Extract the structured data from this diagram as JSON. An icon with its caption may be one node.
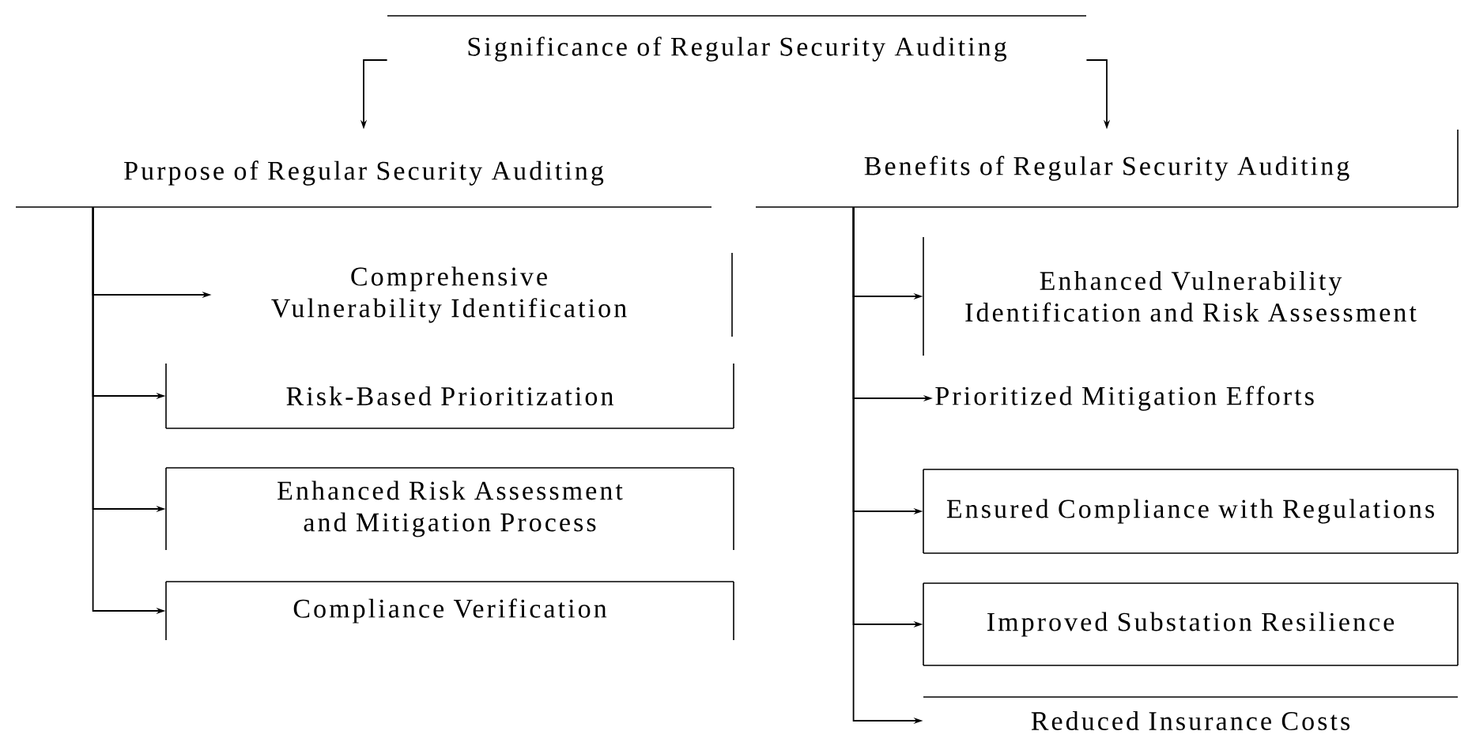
{
  "diagram": {
    "nodes": [
      {
        "text": [
          "Significance of Regular Security Auditing"
        ]
      },
      {
        "text": [
          "Purpose of Regular Security Auditing"
        ]
      },
      {
        "text": [
          "Benefits of Regular Security Auditing"
        ]
      },
      {
        "text": [
          "Comprehensive Vulnerability Identification"
        ]
      },
      {
        "text": [
          "Risk-Based Prioritization"
        ]
      },
      {
        "text": [
          "Enhanced Risk Assessment and Mitigation Process"
        ]
      },
      {
        "text": [
          "Compliance Verification"
        ]
      },
      {
        "text": [
          "Enhanced Vulnerability Identification and Risk Assessment"
        ]
      },
      {
        "text": [
          "Prioritized Mitigation Efforts"
        ]
      },
      {
        "text": [
          "Ensured Compliance with Regulations"
        ]
      },
      {
        "text": [
          "Improved Substation Resilience"
        ]
      },
      {
        "text": [
          "Reduced Insurance Costs"
        ]
      }
    ],
    "edges": [
      {
        "from": 0,
        "to": 1,
        "arrow": "to"
      },
      {
        "from": 0,
        "to": 2,
        "arrow": "to"
      },
      {
        "from": 1,
        "to": 3,
        "arrow": "to"
      },
      {
        "from": 1,
        "to": 4,
        "arrow": "to"
      },
      {
        "from": 1,
        "to": 5,
        "arrow": "to"
      },
      {
        "from": 1,
        "to": 6,
        "arrow": "to"
      },
      {
        "from": 2,
        "to": 7,
        "arrow": "to"
      },
      {
        "from": 2,
        "to": 8,
        "arrow": "to"
      },
      {
        "from": 2,
        "to": 9,
        "arrow": "to"
      },
      {
        "from": 2,
        "to": 10,
        "arrow": "to"
      },
      {
        "from": 2,
        "to": 11,
        "arrow": "to"
      }
    ]
  }
}
